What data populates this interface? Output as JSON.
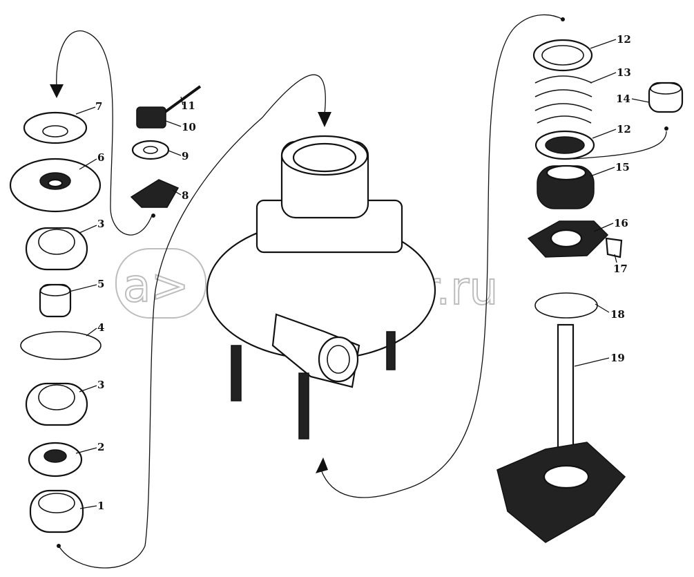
{
  "watermark": {
    "text": "autopiter.ru",
    "logo_text": "a>"
  },
  "callouts": {
    "left_column": [
      "7",
      "6",
      "3",
      "5",
      "4",
      "3",
      "2",
      "1"
    ],
    "middle_small": [
      "11",
      "10",
      "9",
      "8"
    ],
    "right_column": [
      "12",
      "13",
      "14",
      "12",
      "15",
      "16",
      "17",
      "18",
      "19"
    ]
  }
}
